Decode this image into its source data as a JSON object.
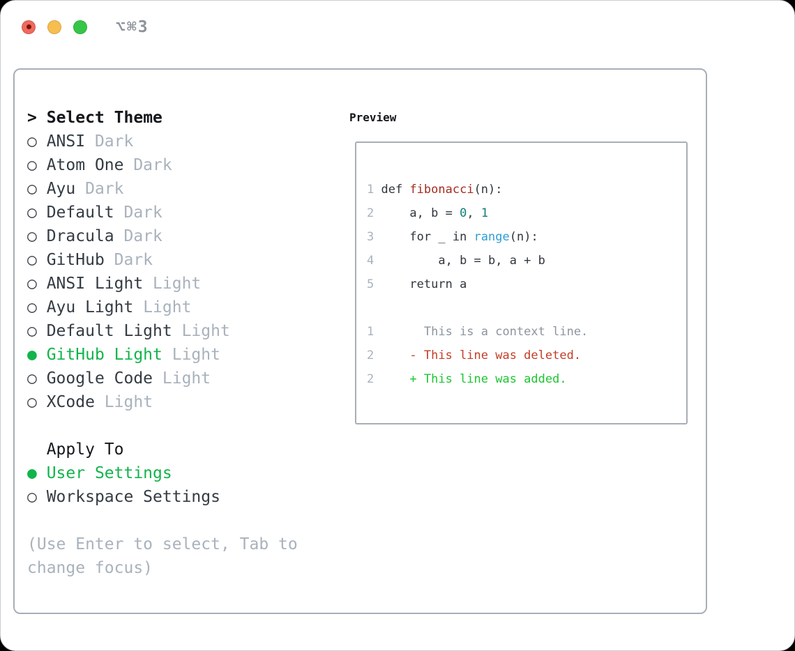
{
  "window": {
    "shortcut": "⌥⌘3"
  },
  "colors": {
    "traffic_red": "#ee6a5e",
    "traffic_yellow": "#f5be4f",
    "traffic_green": "#35c648",
    "border_gray": "#a8aeb6",
    "muted_gray": "#a9b2bc",
    "context_gray": "#8d959e",
    "text_dark": "#343b42",
    "title_dark": "#14171b",
    "code_text": "#30363d",
    "accent_green": "#12b44b",
    "added_green": "#1dc430",
    "deleted_red": "#c33d26",
    "func_red": "#a52c20",
    "number_teal": "#0e7d78",
    "builtin_blue": "#2d9fd4"
  },
  "left": {
    "title_marker": ">",
    "title": "Select Theme",
    "themes": [
      {
        "name": "ANSI",
        "variant": "Dark",
        "selected": false
      },
      {
        "name": "Atom One",
        "variant": "Dark",
        "selected": false
      },
      {
        "name": "Ayu",
        "variant": "Dark",
        "selected": false
      },
      {
        "name": "Default",
        "variant": "Dark",
        "selected": false
      },
      {
        "name": "Dracula",
        "variant": "Dark",
        "selected": false
      },
      {
        "name": "GitHub",
        "variant": "Dark",
        "selected": false
      },
      {
        "name": "ANSI Light",
        "variant": "Light",
        "selected": false
      },
      {
        "name": "Ayu Light",
        "variant": "Light",
        "selected": false
      },
      {
        "name": "Default Light",
        "variant": "Light",
        "selected": false
      },
      {
        "name": "GitHub Light",
        "variant": "Light",
        "selected": true
      },
      {
        "name": "Google Code",
        "variant": "Light",
        "selected": false
      },
      {
        "name": "XCode",
        "variant": "Light",
        "selected": false
      }
    ],
    "apply_title": "Apply To",
    "apply_options": [
      {
        "label": "User Settings",
        "selected": true
      },
      {
        "label": "Workspace Settings",
        "selected": false
      }
    ],
    "help_lines": [
      "(Use Enter to select, Tab to",
      "change focus)"
    ]
  },
  "preview": {
    "title": "Preview",
    "lines": [
      {
        "num": "1",
        "tokens": [
          {
            "t": "def ",
            "c": "code"
          },
          {
            "t": "fibonacci",
            "c": "func"
          },
          {
            "t": "(n):",
            "c": "code"
          }
        ]
      },
      {
        "num": "2",
        "tokens": [
          {
            "t": "    a, b = ",
            "c": "code"
          },
          {
            "t": "0",
            "c": "number"
          },
          {
            "t": ", ",
            "c": "code"
          },
          {
            "t": "1",
            "c": "number"
          }
        ]
      },
      {
        "num": "3",
        "tokens": [
          {
            "t": "    for _ in ",
            "c": "code"
          },
          {
            "t": "range",
            "c": "builtin"
          },
          {
            "t": "(n):",
            "c": "code"
          }
        ]
      },
      {
        "num": "4",
        "tokens": [
          {
            "t": "        a, b = b, a + b",
            "c": "code"
          }
        ]
      },
      {
        "num": "5",
        "tokens": [
          {
            "t": "    return a",
            "c": "code"
          }
        ]
      },
      {
        "num": "",
        "tokens": []
      },
      {
        "num": "1",
        "tokens": [
          {
            "t": "      This is a context line.",
            "c": "context"
          }
        ]
      },
      {
        "num": "2",
        "tokens": [
          {
            "t": "    - This line was deleted.",
            "c": "deleted"
          }
        ]
      },
      {
        "num": "2",
        "tokens": [
          {
            "t": "    + This line was added.",
            "c": "added"
          }
        ]
      }
    ]
  }
}
